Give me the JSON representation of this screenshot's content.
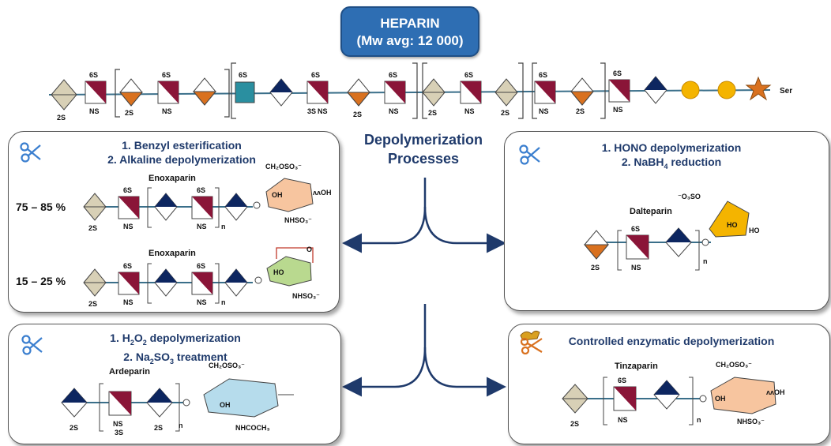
{
  "title": {
    "line1": "HEPARIN",
    "line2": "(Mw avg: 12 000)"
  },
  "chain": {
    "ser_label": "Ser"
  },
  "center": {
    "line1": "Depolymerization",
    "line2": "Processes"
  },
  "panels": {
    "enoxaparin": {
      "step1": "1. Benzyl esterification",
      "step2": "2. Alkaline depolymerization",
      "name1": "Enoxaparin",
      "name2": "Enoxaparin",
      "pct1": "75 – 85 %",
      "pct2": "15 – 25 %"
    },
    "dalteparin": {
      "step1": "1. HONO depolymerization",
      "step2_prefix": "2. NaBH",
      "step2_sub": "4",
      "step2_suffix": " reduction",
      "name": "Dalteparin"
    },
    "ardeparin": {
      "step1_prefix": "1. H",
      "step1_sub1": "2",
      "step1_mid": "O",
      "step1_sub2": "2",
      "step1_suffix": " depolymerization",
      "step2_prefix": "2. Na",
      "step2_sub1": "2",
      "step2_mid": "SO",
      "step2_sub2": "3",
      "step2_suffix": " treatment",
      "name": "Ardeparin"
    },
    "tinzaparin": {
      "title": "Controlled enzymatic depolymerization",
      "name": "Tinzaparin"
    }
  },
  "colors": {
    "navy": "#0d2660",
    "crimson": "#8a1538",
    "orange": "#d9711f",
    "beige": "#d8d0b6",
    "teal": "#2a8fa0",
    "yellow": "#f4b400",
    "peach": "#f7c59f",
    "green": "#b9d98f",
    "lightblue": "#b6dcec",
    "arrow": "#1f3a6b"
  },
  "icons": [
    "scissors-icon",
    "enzyme-scissors-icon",
    "star-icon"
  ]
}
